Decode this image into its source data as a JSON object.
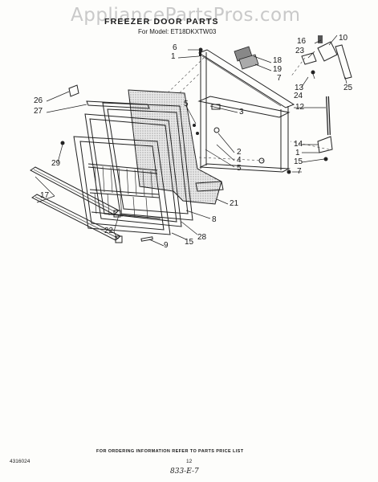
{
  "watermark": "AppliancePartsPros.com",
  "header": {
    "title": "FREEZER DOOR PARTS",
    "model_line": "For Model: ET18DKXTW03"
  },
  "callouts": {
    "c1a": "1",
    "c1b": "1",
    "c2": "2",
    "c3": "3",
    "c4": "4",
    "c5a": "5",
    "c5b": "5",
    "c6": "6",
    "c7a": "7",
    "c7b": "7",
    "c8": "8",
    "c9": "9",
    "c10": "10",
    "c12": "12",
    "c13": "13",
    "c14": "14",
    "c15a": "15",
    "c15b": "15",
    "c16": "16",
    "c17": "17",
    "c18": "18",
    "c19": "19",
    "c21": "21",
    "c22": "22",
    "c23": "23",
    "c24": "24",
    "c25": "25",
    "c26": "26",
    "c27": "27",
    "c28": "28",
    "c29": "29"
  },
  "footer": {
    "ordering_note": "FOR ORDERING INFORMATION REFER TO PARTS PRICE LIST",
    "doc_number": "4316024",
    "page_number": "12",
    "handwritten": "833-E-7"
  }
}
